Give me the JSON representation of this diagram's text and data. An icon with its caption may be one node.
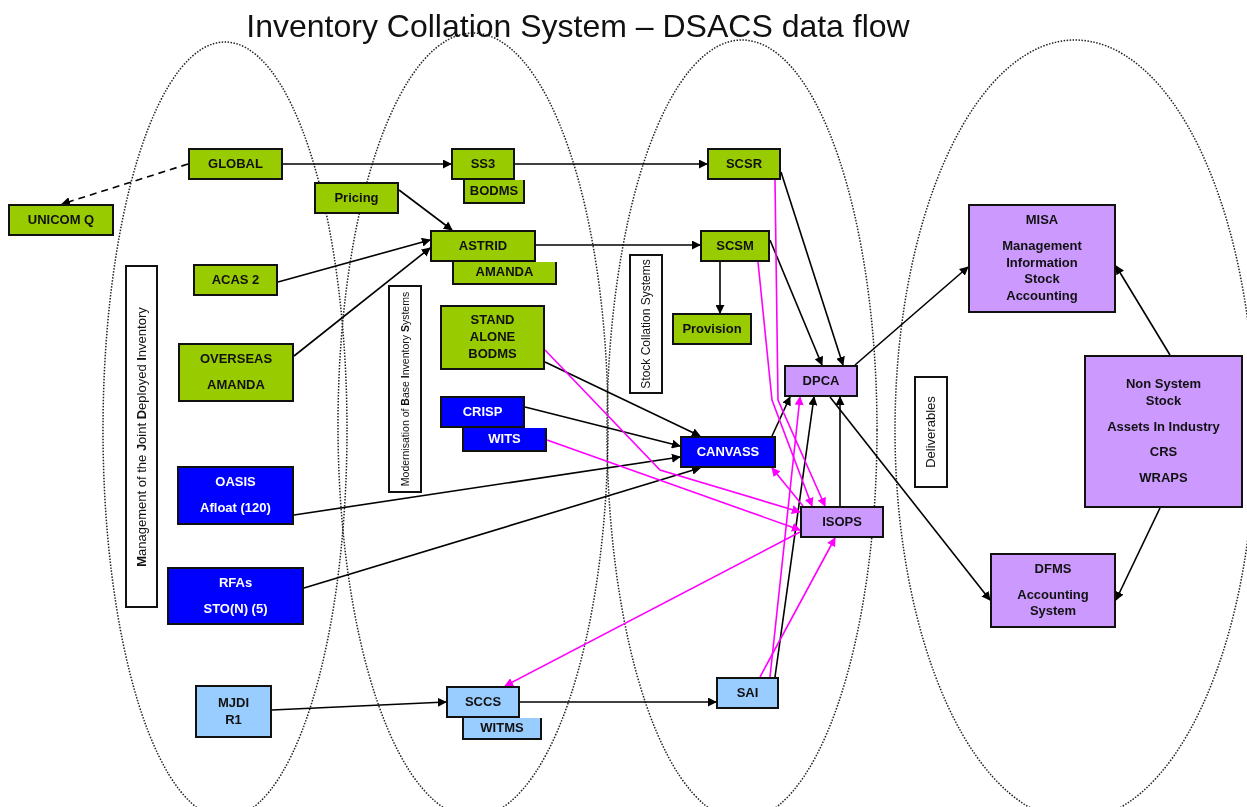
{
  "diagram": {
    "title": "Inventory Collation System – DSACS data flow",
    "nodes": [
      {
        "text": [
          "GLOBAL"
        ]
      },
      {
        "text": [
          "UNICOM Q"
        ]
      },
      {
        "text": [
          "Pricing"
        ]
      },
      {
        "text": [
          "SS3"
        ]
      },
      {
        "text": [
          "BODMS"
        ]
      },
      {
        "text": [
          "SCSR"
        ]
      },
      {
        "text": [
          "ASTRID"
        ]
      },
      {
        "text": [
          "AMANDA"
        ]
      },
      {
        "text": [
          "SCSM"
        ]
      },
      {
        "text": [
          "ACAS 2"
        ]
      },
      {
        "text": [
          "MISA",
          "Management Information Stock Accounting"
        ]
      },
      {
        "text": [
          "Provision"
        ]
      },
      {
        "text": [
          "STAND ALONE BODMS"
        ]
      },
      {
        "text": [
          "OVERSEAS",
          "AMANDA"
        ]
      },
      {
        "text": [
          "DPCA"
        ]
      },
      {
        "text": [
          "Non System Stock",
          "Assets In Industry",
          "CRS",
          "WRAPS"
        ]
      },
      {
        "text": [
          "CRISP"
        ]
      },
      {
        "text": [
          "WITS"
        ]
      },
      {
        "text": [
          "CANVASS"
        ]
      },
      {
        "text": [
          "OASIS",
          "Afloat (120)"
        ]
      },
      {
        "text": [
          "ISOPS"
        ]
      },
      {
        "text": [
          "RFAs",
          "STO(N) (5)"
        ]
      },
      {
        "text": [
          "DFMS",
          "Accounting System"
        ]
      },
      {
        "text": [
          "MJDI R1"
        ]
      },
      {
        "text": [
          "SCCS"
        ]
      },
      {
        "text": [
          "WITMS"
        ]
      },
      {
        "text": [
          "SAI"
        ]
      },
      {
        "text": [
          "**M**anagement of the **J**oint **D**eployed **I**nventory"
        ]
      },
      {
        "text": [
          "Modernisation of **B**ase **I**nventory **S**ystems"
        ]
      },
      {
        "text": [
          "Stock Collation Systems"
        ]
      },
      {
        "text": [
          "Deliverables"
        ]
      }
    ],
    "edges": [
      {
        "from": 0,
        "to": 1,
        "arrow": "to",
        "style": "dashed"
      },
      {
        "from": 0,
        "to": 3,
        "arrow": "to"
      },
      {
        "from": 2,
        "to": 6,
        "arrow": "to"
      },
      {
        "from": 9,
        "to": 6,
        "arrow": "to"
      },
      {
        "from": 13,
        "to": 6,
        "arrow": "to"
      },
      {
        "from": 3,
        "to": 5,
        "arrow": "to"
      },
      {
        "from": 6,
        "to": 8,
        "arrow": "to"
      },
      {
        "from": 8,
        "to": 11,
        "arrow": "to"
      },
      {
        "from": 5,
        "to": 14,
        "arrow": "to"
      },
      {
        "from": 8,
        "to": 14,
        "arrow": "to"
      },
      {
        "from": 12,
        "to": 18,
        "arrow": "to"
      },
      {
        "from": 16,
        "to": 18,
        "arrow": "to"
      },
      {
        "from": 19,
        "to": 18,
        "arrow": "to"
      },
      {
        "from": 21,
        "to": 18,
        "arrow": "to"
      },
      {
        "from": 14,
        "to": 10,
        "arrow": "to"
      },
      {
        "from": 14,
        "to": 22,
        "arrow": "to"
      },
      {
        "from": 15,
        "to": 10,
        "arrow": "to"
      },
      {
        "from": 15,
        "to": 22,
        "arrow": "to"
      },
      {
        "from": 18,
        "to": 14,
        "arrow": "to"
      },
      {
        "from": 26,
        "to": 14,
        "arrow": "to"
      },
      {
        "from": 20,
        "to": 14,
        "arrow": "to"
      },
      {
        "from": 26,
        "to": 14,
        "arrow": "to",
        "color": "#ff00ff"
      },
      {
        "from": 26,
        "to": 20,
        "arrow": "to",
        "color": "#ff00ff"
      },
      {
        "from": 20,
        "to": 18,
        "arrow": "to",
        "color": "#ff00ff"
      },
      {
        "from": 5,
        "to": 20,
        "arrow": "to",
        "color": "#ff00ff"
      },
      {
        "from": 8,
        "to": 20,
        "arrow": "to",
        "color": "#ff00ff"
      },
      {
        "from": 12,
        "to": 20,
        "arrow": "to",
        "color": "#ff00ff"
      },
      {
        "from": 17,
        "to": 20,
        "arrow": "to",
        "color": "#ff00ff"
      },
      {
        "from": 20,
        "to": 24,
        "arrow": "to",
        "color": "#ff00ff"
      },
      {
        "from": 23,
        "to": 24,
        "arrow": "to"
      },
      {
        "from": 24,
        "to": 26,
        "arrow": "to"
      }
    ]
  }
}
